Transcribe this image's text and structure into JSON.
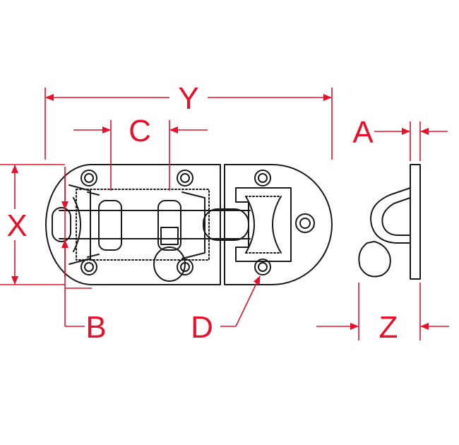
{
  "diagram": {
    "labels": {
      "y": "Y",
      "c": "C",
      "a": "A",
      "x": "X",
      "b": "B",
      "d": "D",
      "z": "Z"
    },
    "colors": {
      "dimension": "#e8102a",
      "outline": "#1a1a1a",
      "background": "#ffffff"
    }
  }
}
